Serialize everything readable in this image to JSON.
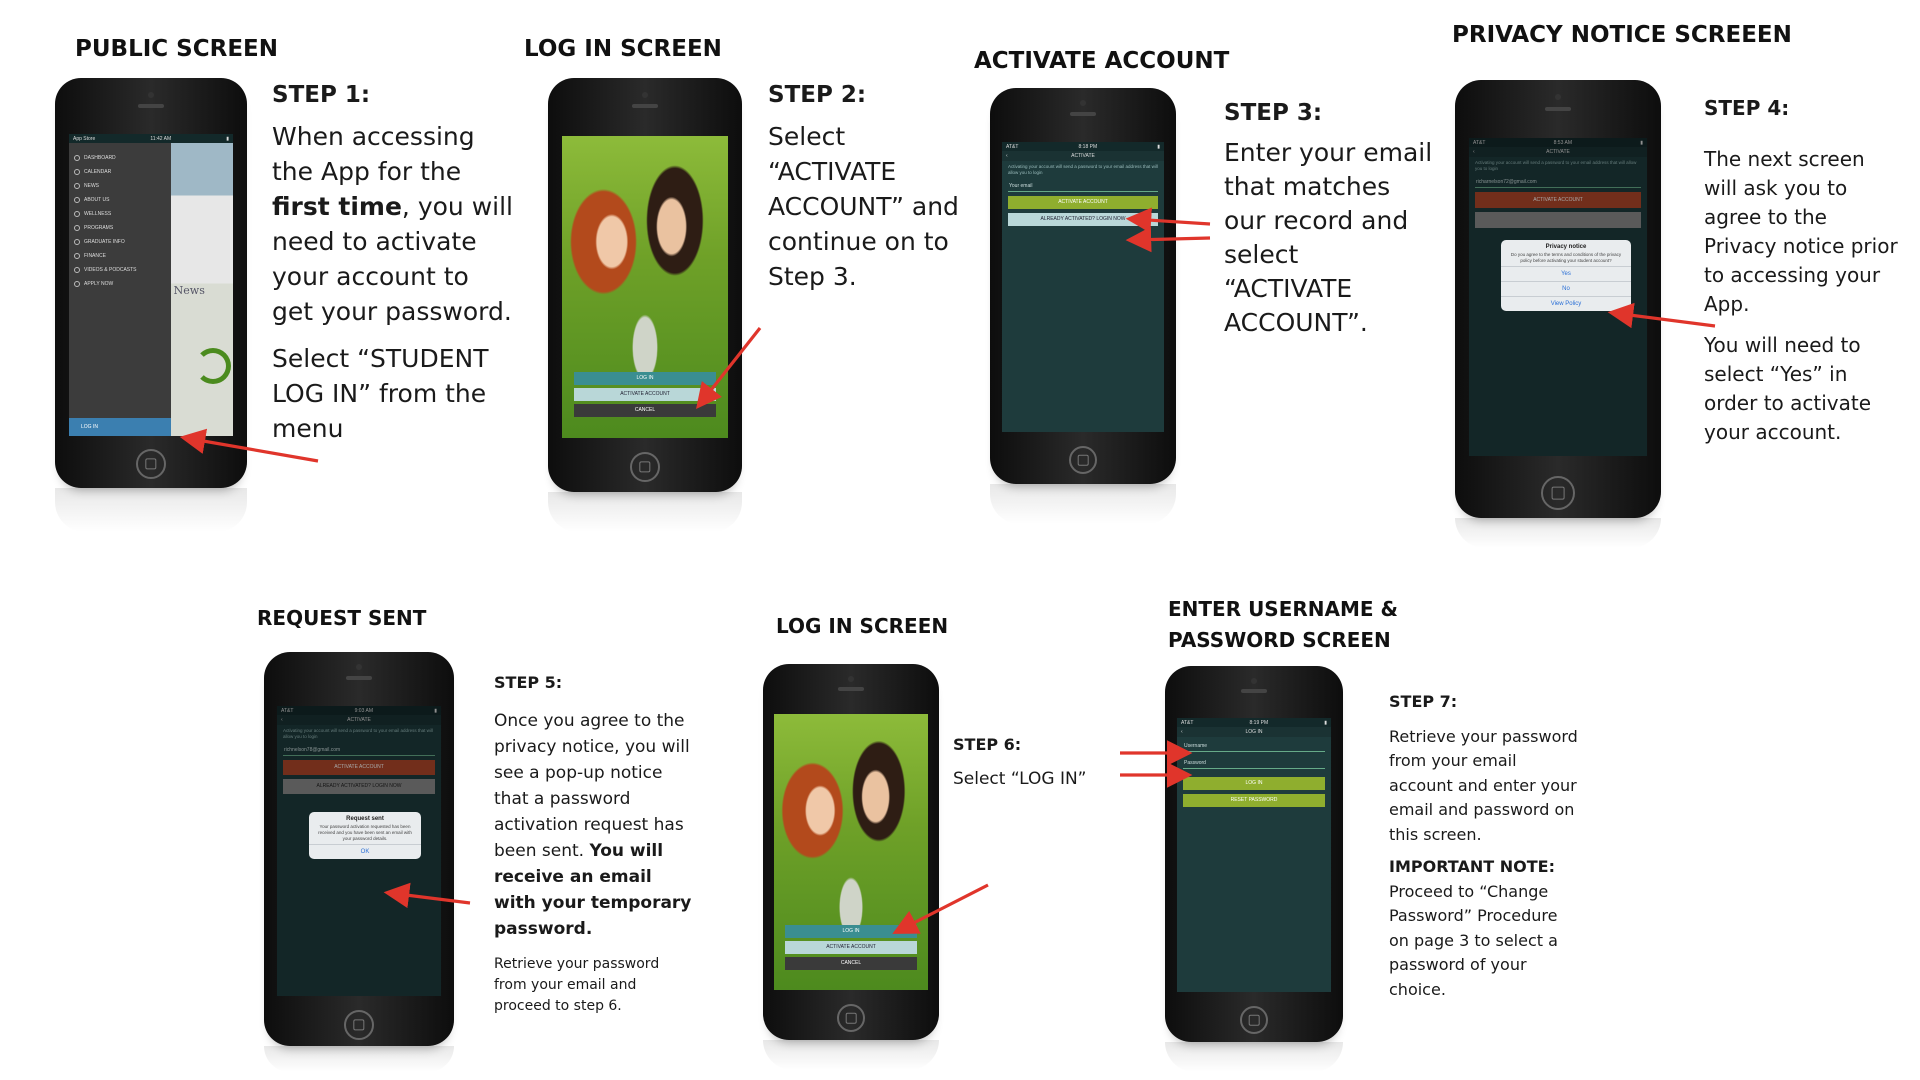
{
  "titles": {
    "public": "PUBLIC SCREEN",
    "login1": "LOG IN SCREEN",
    "activate": "ACTIVATE ACCOUNT",
    "privacy": "PRIVACY NOTICE SCREEEN",
    "request": "REQUEST SENT",
    "login2": "LOG IN SCREEN",
    "enter_line1": "ENTER USERNAME &",
    "enter_line2": "PASSWORD SCREEN"
  },
  "steps": {
    "s1": {
      "heading": "STEP 1:",
      "p1_a": "When accessing the App for the ",
      "p1_b": "first time",
      "p1_c": ", you will need to activate your account to get your password.",
      "p2": "Select “STUDENT LOG IN” from the menu"
    },
    "s2": {
      "heading": "STEP 2:",
      "text": "Select “ACTIVATE ACCOUNT” and continue on to Step 3."
    },
    "s3": {
      "heading": "STEP 3:",
      "text": "Enter your email that matches our record and select “ACTIVATE ACCOUNT”."
    },
    "s4": {
      "heading": "STEP 4:",
      "p1": "The next screen will ask you to agree to the Privacy notice prior to accessing your App.",
      "p2": "You will need to select “Yes” in order to activate your account."
    },
    "s5": {
      "heading": "STEP 5:",
      "p1_a": "Once you agree to the privacy notice, you will see a pop-up notice that a password activation request has been sent. ",
      "p1_b": "You will receive an email with your temporary password.",
      "p2": "Retrieve your password from your email and proceed to step 6."
    },
    "s6": {
      "heading": "STEP 6:",
      "text": "Select “LOG IN”"
    },
    "s7": {
      "heading": "STEP 7:",
      "p1": "Retrieve your password from your email account and enter your email and password on this screen.",
      "note_heading": "IMPORTANT NOTE:",
      "note": "Proceed to “Change Password” Procedure on page 3 to select a password of your choice."
    }
  },
  "screens": {
    "status_time_1": "11:42 AM",
    "menu_items": [
      "DASHBOARD",
      "CALENDAR",
      "NEWS",
      "ABOUT US",
      "WELLNESS",
      "PROGRAMS",
      "GRADUATE INFO",
      "FINANCE",
      "VIDEOS & PODCASTS",
      "APPLY NOW"
    ],
    "menu_login": "LOG IN",
    "news_label": "News",
    "login_btn": "LOG IN",
    "activate_btn_caps": "ACTIVATE ACCOUNT",
    "cancel_btn": "CANCEL",
    "activate_nav": "ACTIVATE",
    "status_time_3": "8:18 PM",
    "activate_info": "Activating your account will send a password to your email address that will allow you to login",
    "email_placeholder": "Your email",
    "activate_account_btn": "ACTIVATE ACCOUNT",
    "already_btn": "ALREADY ACTIVATED? LOGIN NOW",
    "status_time_4": "8:53 AM",
    "email_value_4": "richarnelson72@gmail.com",
    "privacy_title": "Privacy notice",
    "privacy_msg": "Do you agree to the terms and conditions of the privacy policy before activating your student account?",
    "yes": "Yes",
    "no": "No",
    "view_policy": "View Policy",
    "status_time_5": "9:03 AM",
    "email_value_5": "richnelson78@gmail.com",
    "request_title": "Request sent",
    "request_msg": "Your password activation requested has been received and you have been sent an email with your password details.",
    "ok": "OK",
    "status_time_7": "8:19 PM",
    "login_nav": "LOG IN",
    "username_ph": "Username",
    "password_ph": "Password",
    "reset_btn": "RESET PASSWORD"
  },
  "colors": {
    "arrow": "#e0352b",
    "screen_bg": "#1e3b3c",
    "olive": "#8fae2e",
    "rust": "#b0482a"
  }
}
